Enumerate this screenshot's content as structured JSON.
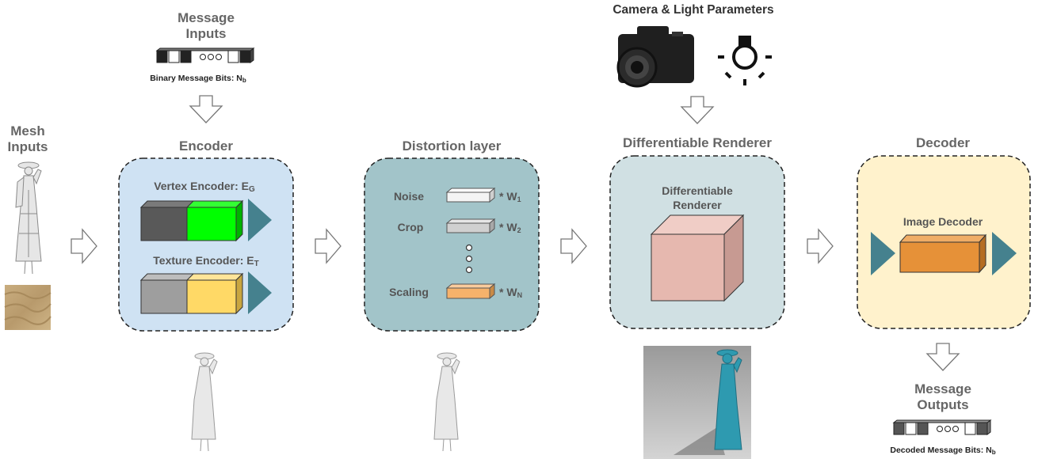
{
  "mesh_inputs": {
    "line1": "Mesh",
    "line2": "Inputs"
  },
  "message_inputs": {
    "line1": "Message",
    "line2": "Inputs",
    "bits_label": "Binary Message Bits: N",
    "bits_sub": "b"
  },
  "camera": {
    "title": "Camera & Light Parameters"
  },
  "encoder": {
    "title": "Encoder",
    "vertex_label": "Vertex  Encoder: E",
    "vertex_sub": "G",
    "texture_label": "Texture Encoder: E",
    "texture_sub": "T"
  },
  "distortion": {
    "title": "Distortion layer",
    "rows": [
      {
        "label": "Noise",
        "weight": "* W",
        "sub": "1"
      },
      {
        "label": "Crop",
        "weight": "* W",
        "sub": "2"
      },
      {
        "label": "Scaling",
        "weight": "* W",
        "sub": "N"
      }
    ]
  },
  "renderer": {
    "title": "Differentiable Renderer",
    "inner_line1": "Differentiable",
    "inner_line2": "Renderer"
  },
  "decoder": {
    "title": "Decoder",
    "inner": "Image Decoder"
  },
  "message_outputs": {
    "line1": "Message",
    "line2": "Outputs",
    "bits_label": "Decoded Message Bits: N",
    "bits_sub": "b"
  },
  "colors": {
    "encoder_bg": "#cfe2f3",
    "distortion_bg": "#a2c4c9",
    "renderer_bg": "#d0e0e3",
    "decoder_bg": "#fff2cc",
    "vertex_green": "#00ff00",
    "texture_yellow": "#ffd966",
    "encoder_dark": "#595959",
    "triangle": "#45818e",
    "renderer_cube": "#e6b8af",
    "decoder_orange": "#e69138",
    "scaling_orange": "#f6b26b"
  },
  "icons": [
    "camera-icon",
    "lightbulb-icon",
    "arrow-right-icon",
    "arrow-down-icon",
    "triangle-icon"
  ]
}
